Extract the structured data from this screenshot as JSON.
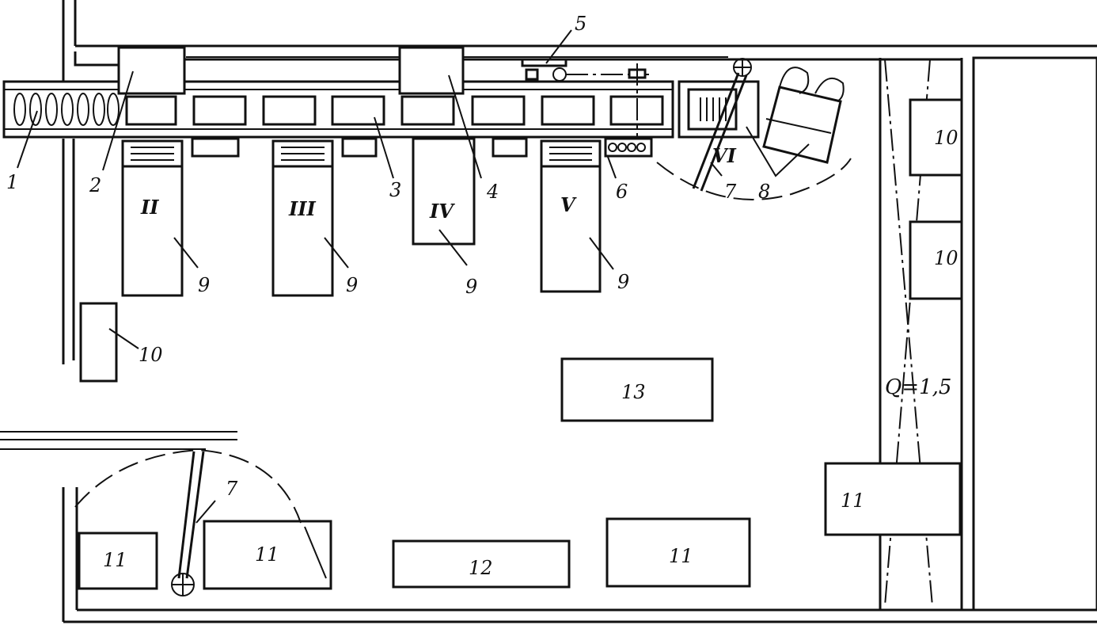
{
  "labels": {
    "n1": "1",
    "n2": "2",
    "n3": "3",
    "n4": "4",
    "n5": "5",
    "n6": "6",
    "n7a": "7",
    "n7b": "7",
    "n8": "8",
    "n9a": "9",
    "n9b": "9",
    "n9c": "9",
    "n9d": "9",
    "n10a": "10",
    "n10b": "10",
    "n10c": "10",
    "n11a": "11",
    "n11b": "11",
    "n11c": "11",
    "n11d": "11",
    "n12": "12",
    "n13": "13",
    "crane": "Q=1,5"
  },
  "roman": {
    "r2": "II",
    "r3": "III",
    "r4": "IV",
    "r5": "V",
    "r6": "VI"
  }
}
